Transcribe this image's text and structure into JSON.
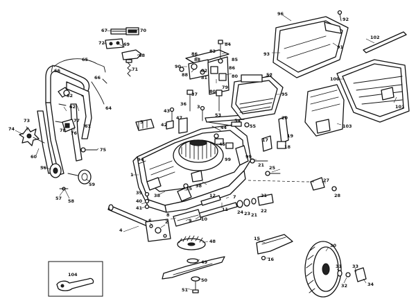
{
  "labels": {
    "p1": "1",
    "p2": "2",
    "p3": "3",
    "p4": "4",
    "p5": "5",
    "p6": "6",
    "p7": "7",
    "p8": "8",
    "p9": "9",
    "p10": "10",
    "p11": "11",
    "p12": "12",
    "p15": "15",
    "p16": "16",
    "p17": "17",
    "p18": "18",
    "p19": "19",
    "p20": "20",
    "p21": "21",
    "p22": "22",
    "p23": "23",
    "p24": "24",
    "p25": "25",
    "p27": "27",
    "p28": "28",
    "p30": "30",
    "p31": "31",
    "p32": "32",
    "p33": "33",
    "p34": "34",
    "p35": "35",
    "p36": "36",
    "p37": "37",
    "p38": "38",
    "p39": "39",
    "p40": "40",
    "p41": "41",
    "p42": "42",
    "p43": "43",
    "p44": "44",
    "p45": "45",
    "p47": "47",
    "p48": "48",
    "p49": "49",
    "p50": "50",
    "p51": "51",
    "p52": "52",
    "p53": "53",
    "p54": "54",
    "p55": "55",
    "p56": "56",
    "p57": "57",
    "p58": "58",
    "p59": "59",
    "p60": "60",
    "p61": "61",
    "p62": "62",
    "p64": "64",
    "p65": "65",
    "p66": "66",
    "p67": "67",
    "p68": "68",
    "p69": "69",
    "p70": "70",
    "p71": "71",
    "p72": "72",
    "p73": "73",
    "p74": "74",
    "p75": "75",
    "p76": "76",
    "p77": "77",
    "p78": "78",
    "p79": "79",
    "p80": "80",
    "p81": "81",
    "p82": "82",
    "p83": "83",
    "p84": "84",
    "p85": "85",
    "p86": "86",
    "p88": "88",
    "p90": "90",
    "p91": "91",
    "p92": "92",
    "p93": "93",
    "p94": "94",
    "p95": "95",
    "p96": "96",
    "p98": "98",
    "p99": "99",
    "p100": "100",
    "p101": "101",
    "p102": "102",
    "p103": "103",
    "p104": "104"
  }
}
